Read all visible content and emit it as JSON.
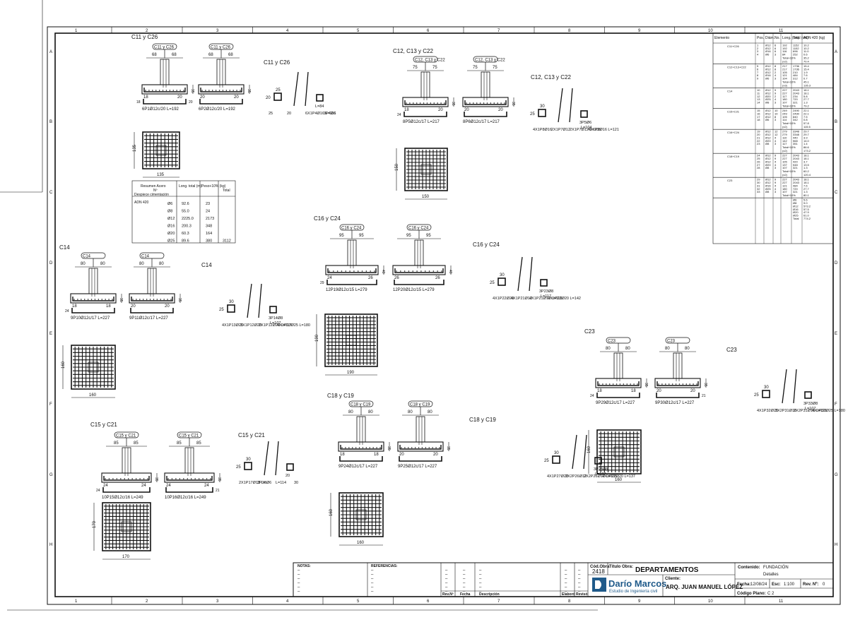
{
  "grid": {
    "columns": [
      "1",
      "2",
      "3",
      "4",
      "5",
      "6",
      "7",
      "8",
      "9",
      "10",
      "11"
    ],
    "rows": [
      "A",
      "B",
      "C",
      "D",
      "E",
      "F",
      "G",
      "H"
    ]
  },
  "groups": [
    {
      "title": "C11 y C26",
      "footings": [
        {
          "tag": "C11 y C26",
          "dims": [
            "68",
            "68"
          ],
          "side": "35",
          "bottom": [
            "18",
            "20"
          ],
          "left_vert": "18",
          "right_vert": "20",
          "label": "6P1Ø12c/20 L=192"
        },
        {
          "tag": "C11 y C26",
          "dims": [
            "68",
            "68"
          ],
          "side": "35",
          "bottom": [
            "20",
            "20"
          ],
          "left_vert": "",
          "right_vert": "",
          "label": "6P2Ø12c/20 L=192"
        }
      ],
      "plan": {
        "w": "135",
        "h": "135"
      }
    },
    {
      "title": "C12, C13 y C22",
      "footings": [
        {
          "tag": "C12, C13 y C22",
          "dims": [
            "75",
            "75"
          ],
          "side": "35",
          "bottom": [
            "18",
            "20"
          ],
          "left_vert": "24",
          "right_vert": "",
          "label": "8P5Ø12c/17 L=217"
        },
        {
          "tag": "C12, C13 y C22",
          "dims": [
            "75",
            "75"
          ],
          "side": "35",
          "bottom": [
            "20",
            "20"
          ],
          "left_vert": "",
          "right_vert": "",
          "label": "8P6Ø12c/17 L=217"
        }
      ],
      "plan": {
        "w": "150",
        "h": "150"
      }
    },
    {
      "title": "C14",
      "footings": [
        {
          "tag": "C14",
          "dims": [
            "80",
            "80"
          ],
          "side": "35",
          "bottom": [
            "18",
            "18"
          ],
          "left_vert": "24",
          "right_vert": "",
          "label": "9P10Ø12c/17 L=227"
        },
        {
          "tag": "C14",
          "dims": [
            "80",
            "80"
          ],
          "side": "35",
          "bottom": [
            "20",
            "20"
          ],
          "left_vert": "",
          "right_vert": "",
          "label": "9P11Ø12c/17 L=227"
        }
      ],
      "plan": {
        "w": "160",
        "h": "160"
      }
    },
    {
      "title": "C16 y C24",
      "footings": [
        {
          "tag": "C16 y C24",
          "dims": [
            "95",
            "95"
          ],
          "side": "40",
          "bottom": [
            "24",
            "26"
          ],
          "left_vert": "29",
          "right_vert": "",
          "label": "12P19Ø12c/15 L=279"
        },
        {
          "tag": "C16 y C24",
          "dims": [
            "95",
            "95"
          ],
          "side": "40",
          "bottom": [
            "26",
            "26"
          ],
          "left_vert": "",
          "right_vert": "",
          "label": "12P20Ø12c/15 L=279"
        }
      ],
      "plan": {
        "w": "190",
        "h": "190"
      }
    },
    {
      "title": "C15 y C21",
      "footings": [
        {
          "tag": "C15 y C21",
          "dims": [
            "85",
            "85"
          ],
          "side": "35",
          "bottom": [
            "24",
            "24"
          ],
          "left_vert": "24",
          "right_vert": "",
          "label": "10P15Ø12c/16 L=249"
        },
        {
          "tag": "C15 y C21",
          "dims": [
            "85",
            "85"
          ],
          "side": "35",
          "bottom": [
            "24",
            "24"
          ],
          "left_vert": "",
          "right_vert": "21",
          "label": "10P16Ø12c/16 L=249"
        }
      ],
      "plan": {
        "w": "170",
        "h": "170"
      }
    },
    {
      "title": "C18 y C19",
      "footings": [
        {
          "tag": "C18 y C19",
          "dims": [
            "80",
            "80"
          ],
          "side": "35",
          "bottom": [
            "18",
            "18"
          ],
          "left_vert": "",
          "right_vert": "",
          "label": "9P24Ø12c/17 L=227"
        },
        {
          "tag": "C18 y C19",
          "dims": [
            "80",
            "80"
          ],
          "side": "35",
          "bottom": [
            "20",
            "20"
          ],
          "left_vert": "",
          "right_vert": "",
          "label": "9P25Ø12c/17 L=227"
        }
      ],
      "plan": {
        "w": "160",
        "h": "160"
      }
    },
    {
      "title": "C23",
      "footings": [
        {
          "tag": "C23",
          "dims": [
            "80",
            "80"
          ],
          "side": "35",
          "bottom": [
            "18",
            "18"
          ],
          "left_vert": "24",
          "right_vert": "",
          "label": "9P29Ø12c/17 L=227"
        },
        {
          "tag": "C23",
          "dims": [
            "80",
            "80"
          ],
          "side": "35",
          "bottom": [
            "20",
            "20"
          ],
          "left_vert": "",
          "right_vert": "21",
          "label": "9P30Ø12c/17 L=227"
        }
      ],
      "plan": {
        "w": "160",
        "h": "160"
      }
    }
  ],
  "rebar_details": [
    {
      "title": "C11 y C26",
      "labels": [
        "25",
        "20",
        "25",
        "20",
        "6X1P4Ø16 L=116",
        "3P4Ø6",
        "L=84"
      ]
    },
    {
      "title": "C12, C13 y C22",
      "labels": [
        "30",
        "25",
        "4X1P8Ø16",
        "2X1P7Ø12",
        "2X1P7Ø12 L=105",
        "4X1P9Ø16 L=121",
        "3P5Ø6",
        "L=104",
        "30",
        "25",
        "20"
      ]
    },
    {
      "title": "C14",
      "labels": [
        "30",
        "25",
        "4X1P13Ø25",
        "2X1P12Ø20",
        "2X1P12Ø20 L=117",
        "4X1P13Ø25 L=180",
        "3P14Ø8",
        "L=107",
        "30",
        "25",
        "20"
      ]
    },
    {
      "title": "C16 y C24",
      "labels": [
        "30",
        "25",
        "4X1P22Ø20",
        "4X1P21Ø12",
        "4X1P21Ø12 L=119",
        "4X1P22Ø20 L=142",
        "3P23Ø8",
        "L=117",
        "30",
        "25"
      ]
    },
    {
      "title": "C15 y C21",
      "labels": [
        "30",
        "25",
        "2X1P17Ø12 L=...",
        "3P18Ø6",
        "L=114",
        "30",
        "20"
      ]
    },
    {
      "title": "C18 y C19",
      "labels": [
        "30",
        "25",
        "4X1P27Ø20",
        "2X2P26Ø12",
        "2X2P26Ø12 L=105",
        "4X1P27Ø20 L=137",
        "3P28Ø8",
        "L=107",
        "30",
        "25",
        "20"
      ]
    },
    {
      "title": "C23",
      "labels": [
        "30",
        "25",
        "4X1P32Ø25",
        "2X2P31Ø16",
        "2X2P31Ø16 L=121",
        "4X1P32Ø25 L=180",
        "3P33Ø8",
        "L=107",
        "30",
        "25"
      ]
    }
  ],
  "steel_summary": {
    "headers": [
      "Resumen Acero",
      "Long. total (m)",
      "Peso+10% (kg)",
      "Total"
    ],
    "subheaders": [
      "Nº",
      "Despiece cimentación"
    ],
    "grade": "ADN 420",
    "rows": [
      {
        "dia": "Ø6",
        "len": "92.6",
        "kg": "23",
        "total": ""
      },
      {
        "dia": "Ø8",
        "len": "55.0",
        "kg": "24",
        "total": ""
      },
      {
        "dia": "Ø12",
        "len": "2225.0",
        "kg": "2173",
        "total": ""
      },
      {
        "dia": "Ø16",
        "len": "200.3",
        "kg": "348",
        "total": ""
      },
      {
        "dia": "Ø20",
        "len": "60.3",
        "kg": "164",
        "total": ""
      },
      {
        "dia": "Ø25",
        "len": "89.6",
        "kg": "380",
        "total": "3112"
      }
    ]
  },
  "bar_table": {
    "headers": [
      "Elemento",
      "Pos.",
      "Diám.",
      "No.",
      "Long. (cm)",
      "Total (cm)",
      "ADN 420 (kg)"
    ],
    "groups": [
      {
        "elem": "C11+C26",
        "rows": [
          [
            "1",
            "Ø12",
            "6",
            "192",
            "1152",
            "10.2"
          ],
          [
            "2",
            "Ø12",
            "6",
            "192",
            "1152",
            "10.2"
          ],
          [
            "3",
            "Ø16",
            "6",
            "116",
            "696",
            "11.0"
          ],
          [
            "4",
            "Ø6",
            "3",
            "84",
            "252",
            "0.6"
          ]
        ],
        "totals": [
          [
            "Total+10%",
            "35.2"
          ],
          [
            "(x2)",
            "70.4"
          ]
        ]
      },
      {
        "elem": "C12+C13+C22",
        "rows": [
          [
            "5",
            "Ø12",
            "8",
            "217",
            "1736",
            "15.4"
          ],
          [
            "6",
            "Ø12",
            "8",
            "217",
            "1736",
            "15.4"
          ],
          [
            "7",
            "Ø12",
            "2",
            "105",
            "210",
            "1.9"
          ],
          [
            "8",
            "Ø16",
            "4",
            "121",
            "484",
            "7.6"
          ],
          [
            "9",
            "Ø6",
            "3",
            "104",
            "312",
            "0.7"
          ]
        ],
        "totals": [
          [
            "Total+10%",
            "45.1"
          ],
          [
            "(x3)",
            "135.3"
          ]
        ]
      },
      {
        "elem": "C14",
        "rows": [
          [
            "10",
            "Ø12",
            "9",
            "227",
            "2043",
            "18.1"
          ],
          [
            "11",
            "Ø12",
            "9",
            "227",
            "2043",
            "18.1"
          ],
          [
            "12",
            "Ø20",
            "2",
            "117",
            "234",
            "5.8"
          ],
          [
            "13",
            "Ø25",
            "4",
            "180",
            "720",
            "27.7"
          ],
          [
            "14",
            "Ø8",
            "3",
            "107",
            "321",
            "1.3"
          ]
        ],
        "totals": [
          [
            "Total+10%",
            "79.2"
          ]
        ]
      },
      {
        "elem": "C15+C21",
        "rows": [
          [
            "15",
            "Ø12",
            "10",
            "249",
            "2490",
            "22.1"
          ],
          [
            "16",
            "Ø12",
            "10",
            "249",
            "2490",
            "22.1"
          ],
          [
            "17",
            "Ø12",
            "8",
            "105",
            "840",
            "7.5"
          ],
          [
            "18",
            "Ø6",
            "3",
            "114",
            "342",
            "0.8"
          ]
        ],
        "totals": [
          [
            "Total+10%",
            "57.8"
          ],
          [
            "(x2)",
            "115.6"
          ]
        ]
      },
      {
        "elem": "C16+C24",
        "rows": [
          [
            "19",
            "Ø12",
            "12",
            "279",
            "3348",
            "29.7"
          ],
          [
            "20",
            "Ø12",
            "12",
            "279",
            "3348",
            "29.7"
          ],
          [
            "21",
            "Ø12",
            "4",
            "110",
            "440",
            "3.9"
          ],
          [
            "22",
            "Ø20",
            "4",
            "142",
            "568",
            "14.0"
          ],
          [
            "23",
            "Ø8",
            "3",
            "117",
            "351",
            "1.4"
          ]
        ],
        "totals": [
          [
            "Total+10%",
            "86.6"
          ],
          [
            "(x2)",
            "173.2"
          ]
        ]
      },
      {
        "elem": "C18+C19",
        "rows": [
          [
            "24",
            "Ø12",
            "9",
            "227",
            "2043",
            "18.1"
          ],
          [
            "25",
            "Ø12",
            "9",
            "227",
            "2043",
            "18.1"
          ],
          [
            "26",
            "Ø12",
            "4",
            "105",
            "420",
            "3.7"
          ],
          [
            "27",
            "Ø20",
            "4",
            "137",
            "548",
            "13.5"
          ],
          [
            "28",
            "Ø8",
            "3",
            "107",
            "321",
            "1.3"
          ]
        ],
        "totals": [
          [
            "Total+10%",
            "60.2"
          ],
          [
            "(x2)",
            "120.4"
          ]
        ]
      },
      {
        "elem": "C23",
        "rows": [
          [
            "29",
            "Ø12",
            "9",
            "227",
            "2043",
            "18.1"
          ],
          [
            "30",
            "Ø12",
            "9",
            "227",
            "2043",
            "18.1"
          ],
          [
            "31",
            "Ø16",
            "4",
            "121",
            "484",
            "7.6"
          ],
          [
            "32",
            "Ø25",
            "4",
            "180",
            "720",
            "27.7"
          ],
          [
            "33",
            "Ø8",
            "3",
            "107",
            "321",
            "1.3"
          ]
        ],
        "totals": [
          [
            "Total+10%",
            "80.1"
          ]
        ]
      }
    ],
    "summary": [
      [
        "Ø6",
        "5.6"
      ],
      [
        "Ø8",
        "9.0"
      ],
      [
        "Ø12",
        "573.2"
      ],
      [
        "Ø16",
        "57.5"
      ],
      [
        "Ø20",
        "47.9"
      ],
      [
        "Ø25",
        "61.0"
      ],
      [
        "Total",
        "774.2"
      ]
    ]
  },
  "title_block": {
    "notas_label": "NOTAS:",
    "referencias_label": "REFERENCIAS:",
    "rev_headers": [
      "Rev.Nº",
      "Fecha",
      "Descripción",
      "Elaboró",
      "Revisó"
    ],
    "codigo_obra_label": "Cód.Obra",
    "codigo_obra": "2418",
    "titulo_obra_label": "Título Obra:",
    "titulo_obra": "DEPARTAMENTOS",
    "cliente_label": "Cliente:",
    "cliente": "ARQ. JUAN MANUEL LÓPEZ",
    "company": "Darío Marcos",
    "company_sub": "Estudio de Ingeniería civil",
    "contenido_label": "Contenido:",
    "contenido": "FUNDACIÓN",
    "contenido_sub": "Detalles",
    "fecha_label": "Fecha:",
    "fecha": "12/08/24",
    "esc_label": "Esc:",
    "esc": "1:100",
    "rev_label": "Rev. Nº:",
    "rev": "0",
    "codigo_plano_label": "Código Plano:",
    "codigo_plano": "C 2"
  }
}
